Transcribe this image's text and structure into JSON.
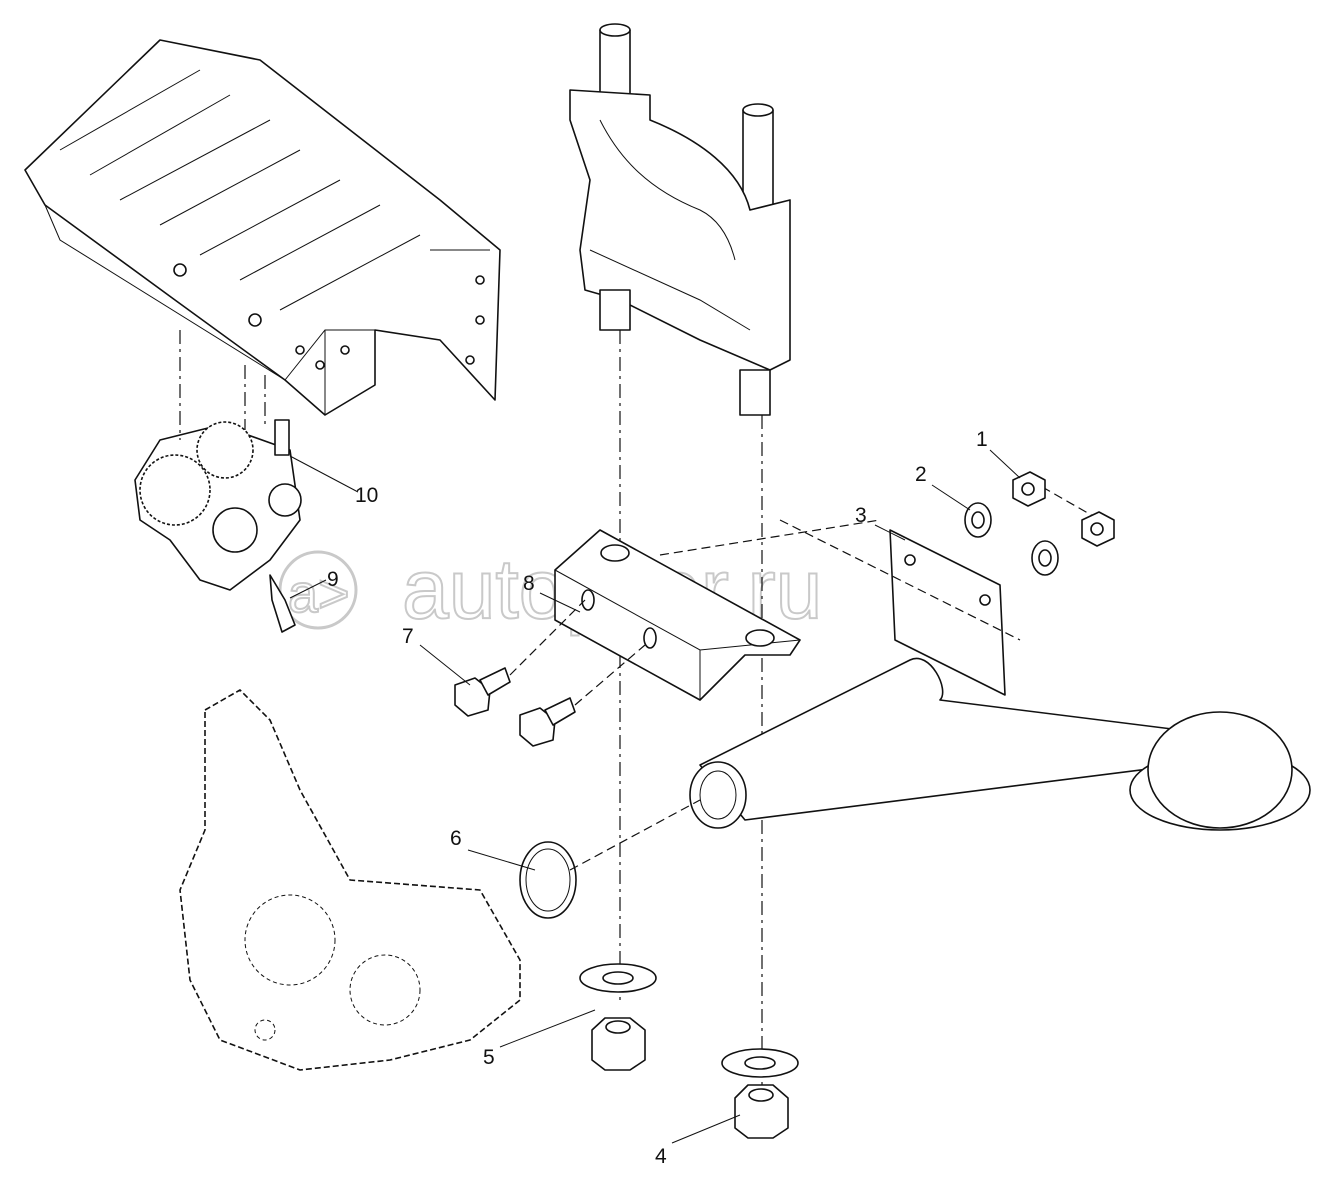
{
  "diagram": {
    "watermark": "autopiter.ru",
    "watermark_logo": "a>",
    "callouts": [
      {
        "label": "1",
        "part": "nut"
      },
      {
        "label": "2",
        "part": "washer"
      },
      {
        "label": "3",
        "part": "oil-strainer-pipe"
      },
      {
        "label": "4",
        "part": "nut"
      },
      {
        "label": "5",
        "part": "washer"
      },
      {
        "label": "6",
        "part": "o-ring"
      },
      {
        "label": "7",
        "part": "bolt"
      },
      {
        "label": "8",
        "part": "bracket"
      },
      {
        "label": "9",
        "part": "clip"
      },
      {
        "label": "10",
        "part": "stud"
      }
    ]
  }
}
